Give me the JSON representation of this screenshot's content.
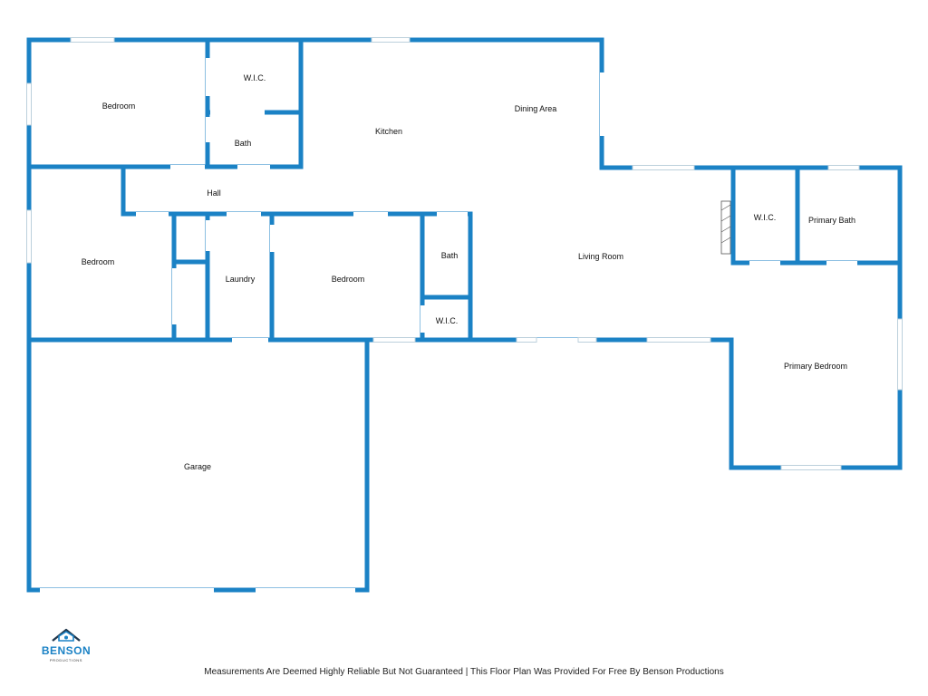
{
  "colors": {
    "wall": "#1b82c5",
    "window_frame": "#bcd0dc",
    "window_fill": "#ffffff",
    "background": "#ffffff",
    "logo_dark": "#22384d",
    "logo_blue": "#1b82c5"
  },
  "rooms": {
    "bedroom_nw": "Bedroom",
    "wic_north": "W.I.C.",
    "bath_north": "Bath",
    "kitchen": "Kitchen",
    "dining": "Dining Area",
    "hall": "Hall",
    "bedroom_west": "Bedroom",
    "laundry": "Laundry",
    "bedroom_mid": "Bedroom",
    "bath_mid": "Bath",
    "wic_mid": "W.I.C.",
    "living": "Living Room",
    "wic_primary": "W.I.C.",
    "primary_bath": "Primary Bath",
    "primary_bedroom": "Primary Bedroom",
    "garage": "Garage"
  },
  "logo": {
    "name": "BENSON",
    "subtitle": "PRODUCTIONS",
    "icon": "house-icon"
  },
  "footer": {
    "disclaimer": "Measurements Are Deemed Highly Reliable But Not Guaranteed | This Floor Plan Was Provided For Free By Benson Productions"
  }
}
